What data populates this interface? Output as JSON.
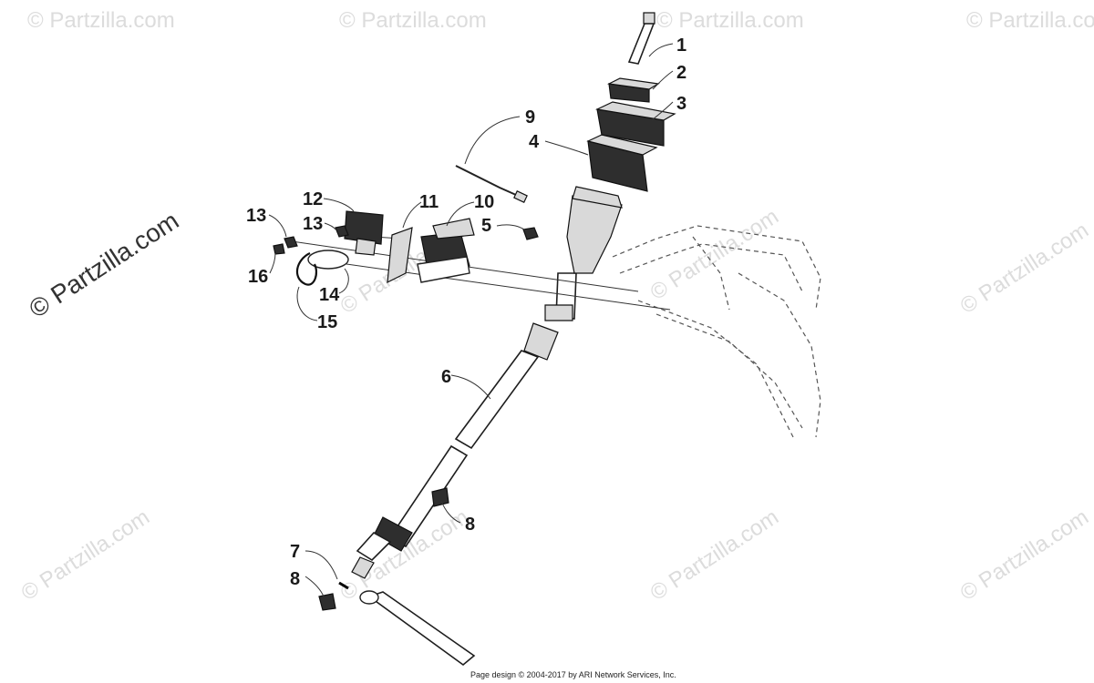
{
  "watermark": {
    "primary": "© Partzilla.com",
    "repeat": "© Partzilla.com"
  },
  "callouts": [
    {
      "id": "1",
      "label": "1"
    },
    {
      "id": "2",
      "label": "2"
    },
    {
      "id": "3",
      "label": "3"
    },
    {
      "id": "4",
      "label": "4"
    },
    {
      "id": "5",
      "label": "5"
    },
    {
      "id": "6",
      "label": "6"
    },
    {
      "id": "7",
      "label": "7"
    },
    {
      "id": "8a",
      "label": "8"
    },
    {
      "id": "8b",
      "label": "8"
    },
    {
      "id": "9",
      "label": "9"
    },
    {
      "id": "10",
      "label": "10"
    },
    {
      "id": "11",
      "label": "11"
    },
    {
      "id": "12",
      "label": "12"
    },
    {
      "id": "13a",
      "label": "13"
    },
    {
      "id": "13b",
      "label": "13"
    },
    {
      "id": "14",
      "label": "14"
    },
    {
      "id": "15",
      "label": "15"
    },
    {
      "id": "16",
      "label": "16"
    }
  ],
  "footer": {
    "copyright": "Page design © 2004-2017 by ARI Network Services, Inc."
  }
}
